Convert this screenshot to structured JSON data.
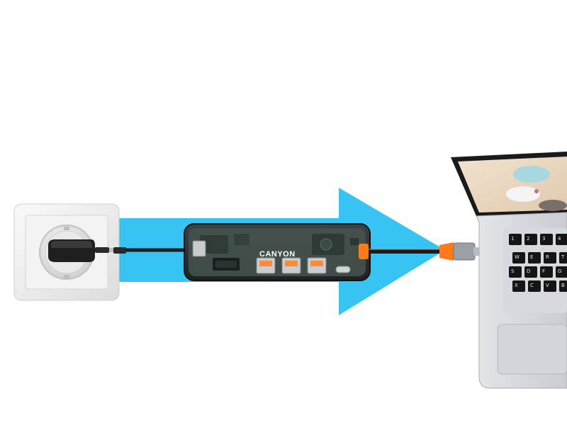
{
  "hub": {
    "brand": "CANYON",
    "accent_color": "#ff7a1a"
  },
  "arrow": {
    "color": "#38c4f2"
  },
  "laptop": {
    "keys": [
      [
        "1",
        "2",
        "3",
        "4"
      ],
      [
        "W",
        "E",
        "R",
        "T"
      ],
      [
        "S",
        "D",
        "F",
        "G"
      ],
      [
        "X",
        "C",
        "V",
        "B"
      ]
    ]
  },
  "icons": {
    "outlet": "wall-socket-icon",
    "adapter": "power-adapter-icon",
    "hub": "usb-c-hub-icon",
    "laptop": "laptop-icon"
  }
}
